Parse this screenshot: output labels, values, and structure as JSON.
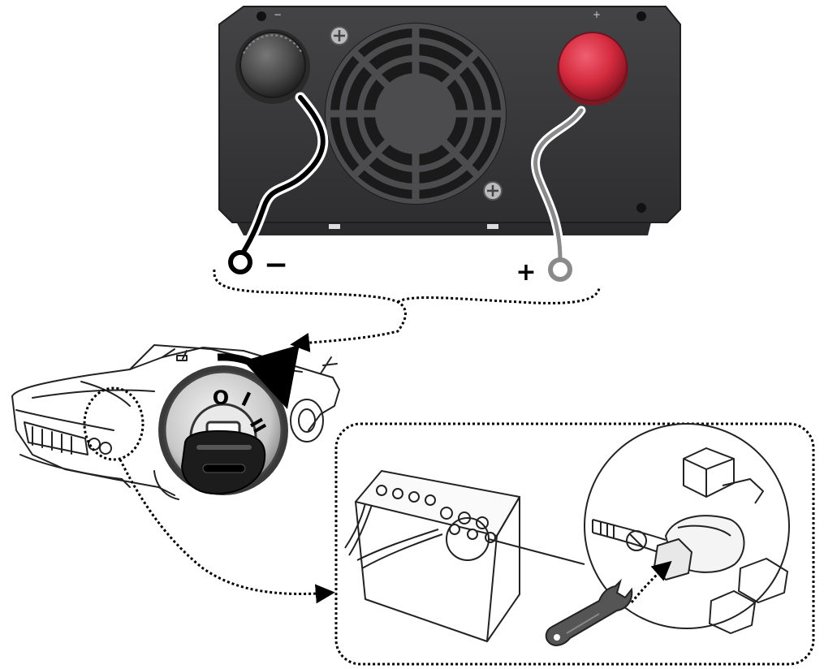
{
  "inverter": {
    "negative_mark": "−",
    "positive_mark": "+"
  },
  "cables": {
    "negative_label": "−",
    "positive_label": "+"
  },
  "ignition": {
    "position_off": "O",
    "position_1": "I",
    "position_2": "II"
  },
  "colors": {
    "inverter_body": "#3a3a3c",
    "negative_terminal": "#4a4a4a",
    "positive_terminal": "#d42a3e",
    "negative_cable": "#000000",
    "positive_cable": "#8a8a8a",
    "line_art": "#222222"
  },
  "icons": [
    "screw-icon",
    "fan-grille-icon",
    "car-icon",
    "ignition-switch-icon",
    "key-icon",
    "battery-icon",
    "wrench-icon"
  ]
}
